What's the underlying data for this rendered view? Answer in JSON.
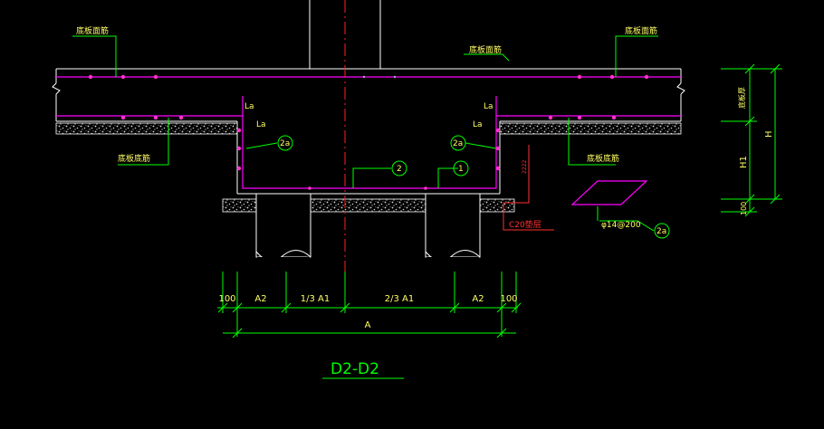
{
  "drawing": {
    "title": "D2-D2",
    "colors": {
      "background": "#000000",
      "structure": "#ffffff",
      "rebar": "#ff00ff",
      "rebar_dot": "#ff00cc",
      "leader": "#00ff00",
      "text": "#ffff66",
      "axis": "#ff2020",
      "note_red": "#ff3030",
      "gravel": "#d8d8d8"
    },
    "labels": {
      "top_left_rebar": "底板面筋",
      "top_right_rebar": "底板面筋",
      "top_center_rebar": "底板面筋",
      "bottom_left_rebar": "底板底筋",
      "bottom_right_rebar": "底板底筋",
      "right_vertical_top": "底板厚",
      "cushion": "C20垫层",
      "rebar_spec": "φ14@200",
      "la_left_1": "La",
      "la_left_2": "La",
      "la_right_1": "La",
      "la_right_2": "La",
      "small_red": "2222"
    },
    "marks": {
      "m2a_left": "2a",
      "m2a_right": "2a",
      "m2": "2",
      "m1": "1",
      "m2a_spec": "2a"
    },
    "dimensions": {
      "bottom_segments": [
        "100",
        "A2",
        "1/3 A1",
        "2/3 A1",
        "A2",
        "100"
      ],
      "bottom_total": "A",
      "right_H": "H",
      "right_H1": "H1",
      "right_100": "100"
    }
  }
}
